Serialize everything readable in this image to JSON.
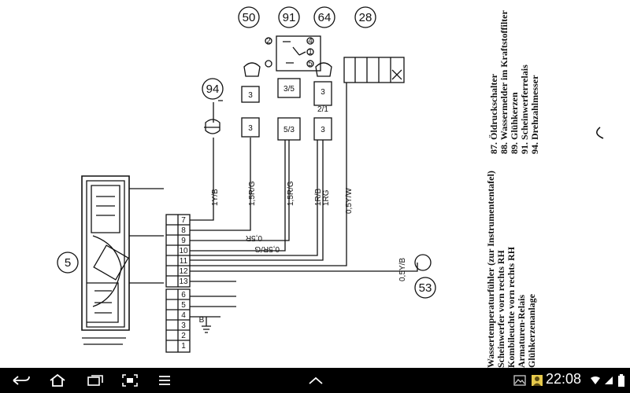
{
  "diagram": {
    "circled_refs": [
      "50",
      "91",
      "64",
      "28",
      "94",
      "5",
      "53"
    ],
    "wire_labels": [
      "1Y/B",
      "1,5R/G",
      "1,5R/G",
      "1R/B",
      "1RG",
      "0,5Y/W",
      "0,5R",
      "0,5R/G",
      "0,5Y/B"
    ],
    "connector_a_pins": [
      "7",
      "8",
      "9",
      "10",
      "11",
      "12",
      "13"
    ],
    "connector_b_pins": [
      "1",
      "2",
      "3",
      "4",
      "5",
      "6"
    ],
    "ground_label": "B",
    "small_labels": [
      "3",
      "3",
      "3",
      "3",
      "2",
      "4",
      "1",
      "5",
      "3/5",
      "5/3",
      "2/1"
    ]
  },
  "legend_right": [
    "87.  Öldruckschalter",
    "88.  Wassermelder im Kraftstoffilter",
    "89.  Glühkerzen",
    "91.  Scheinwerferrelais",
    "94.  Drehzahlmesser"
  ],
  "legend_left": [
    "Wassertemperaturfühler (zur Instrumententafel)",
    "Scheinwerfer vorn rechts RH",
    "Kombileuchte vorn rechts RH",
    "Armaturen-Relais",
    "Glühkerzenanlage"
  ],
  "statusbar": {
    "time": "22:08",
    "icons": [
      "back-icon",
      "home-icon",
      "recent-apps-icon",
      "screenshot-icon",
      "menu-icon",
      "up-chevron-icon",
      "image-icon",
      "account-icon",
      "usb-icon",
      "wifi-icon",
      "signal-icon",
      "battery-icon"
    ]
  }
}
